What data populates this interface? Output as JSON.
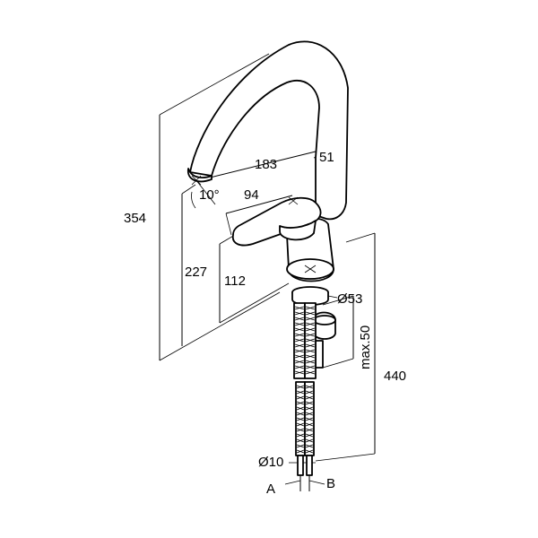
{
  "dimensions": {
    "total_height": "354",
    "spout_reach": "183",
    "spout_offset": "51",
    "handle_length": "94",
    "spout_tilt": "10°",
    "spout_outlet_height": "227",
    "body_height": "112",
    "base_diameter": "Ø53",
    "max_deck_thickness": "max.50",
    "hose_length": "440",
    "hose_diameter": "Ø10"
  },
  "connections": {
    "hose_a": "A",
    "hose_b": "B"
  },
  "colors": {
    "line": "#000000",
    "background": "#ffffff"
  }
}
